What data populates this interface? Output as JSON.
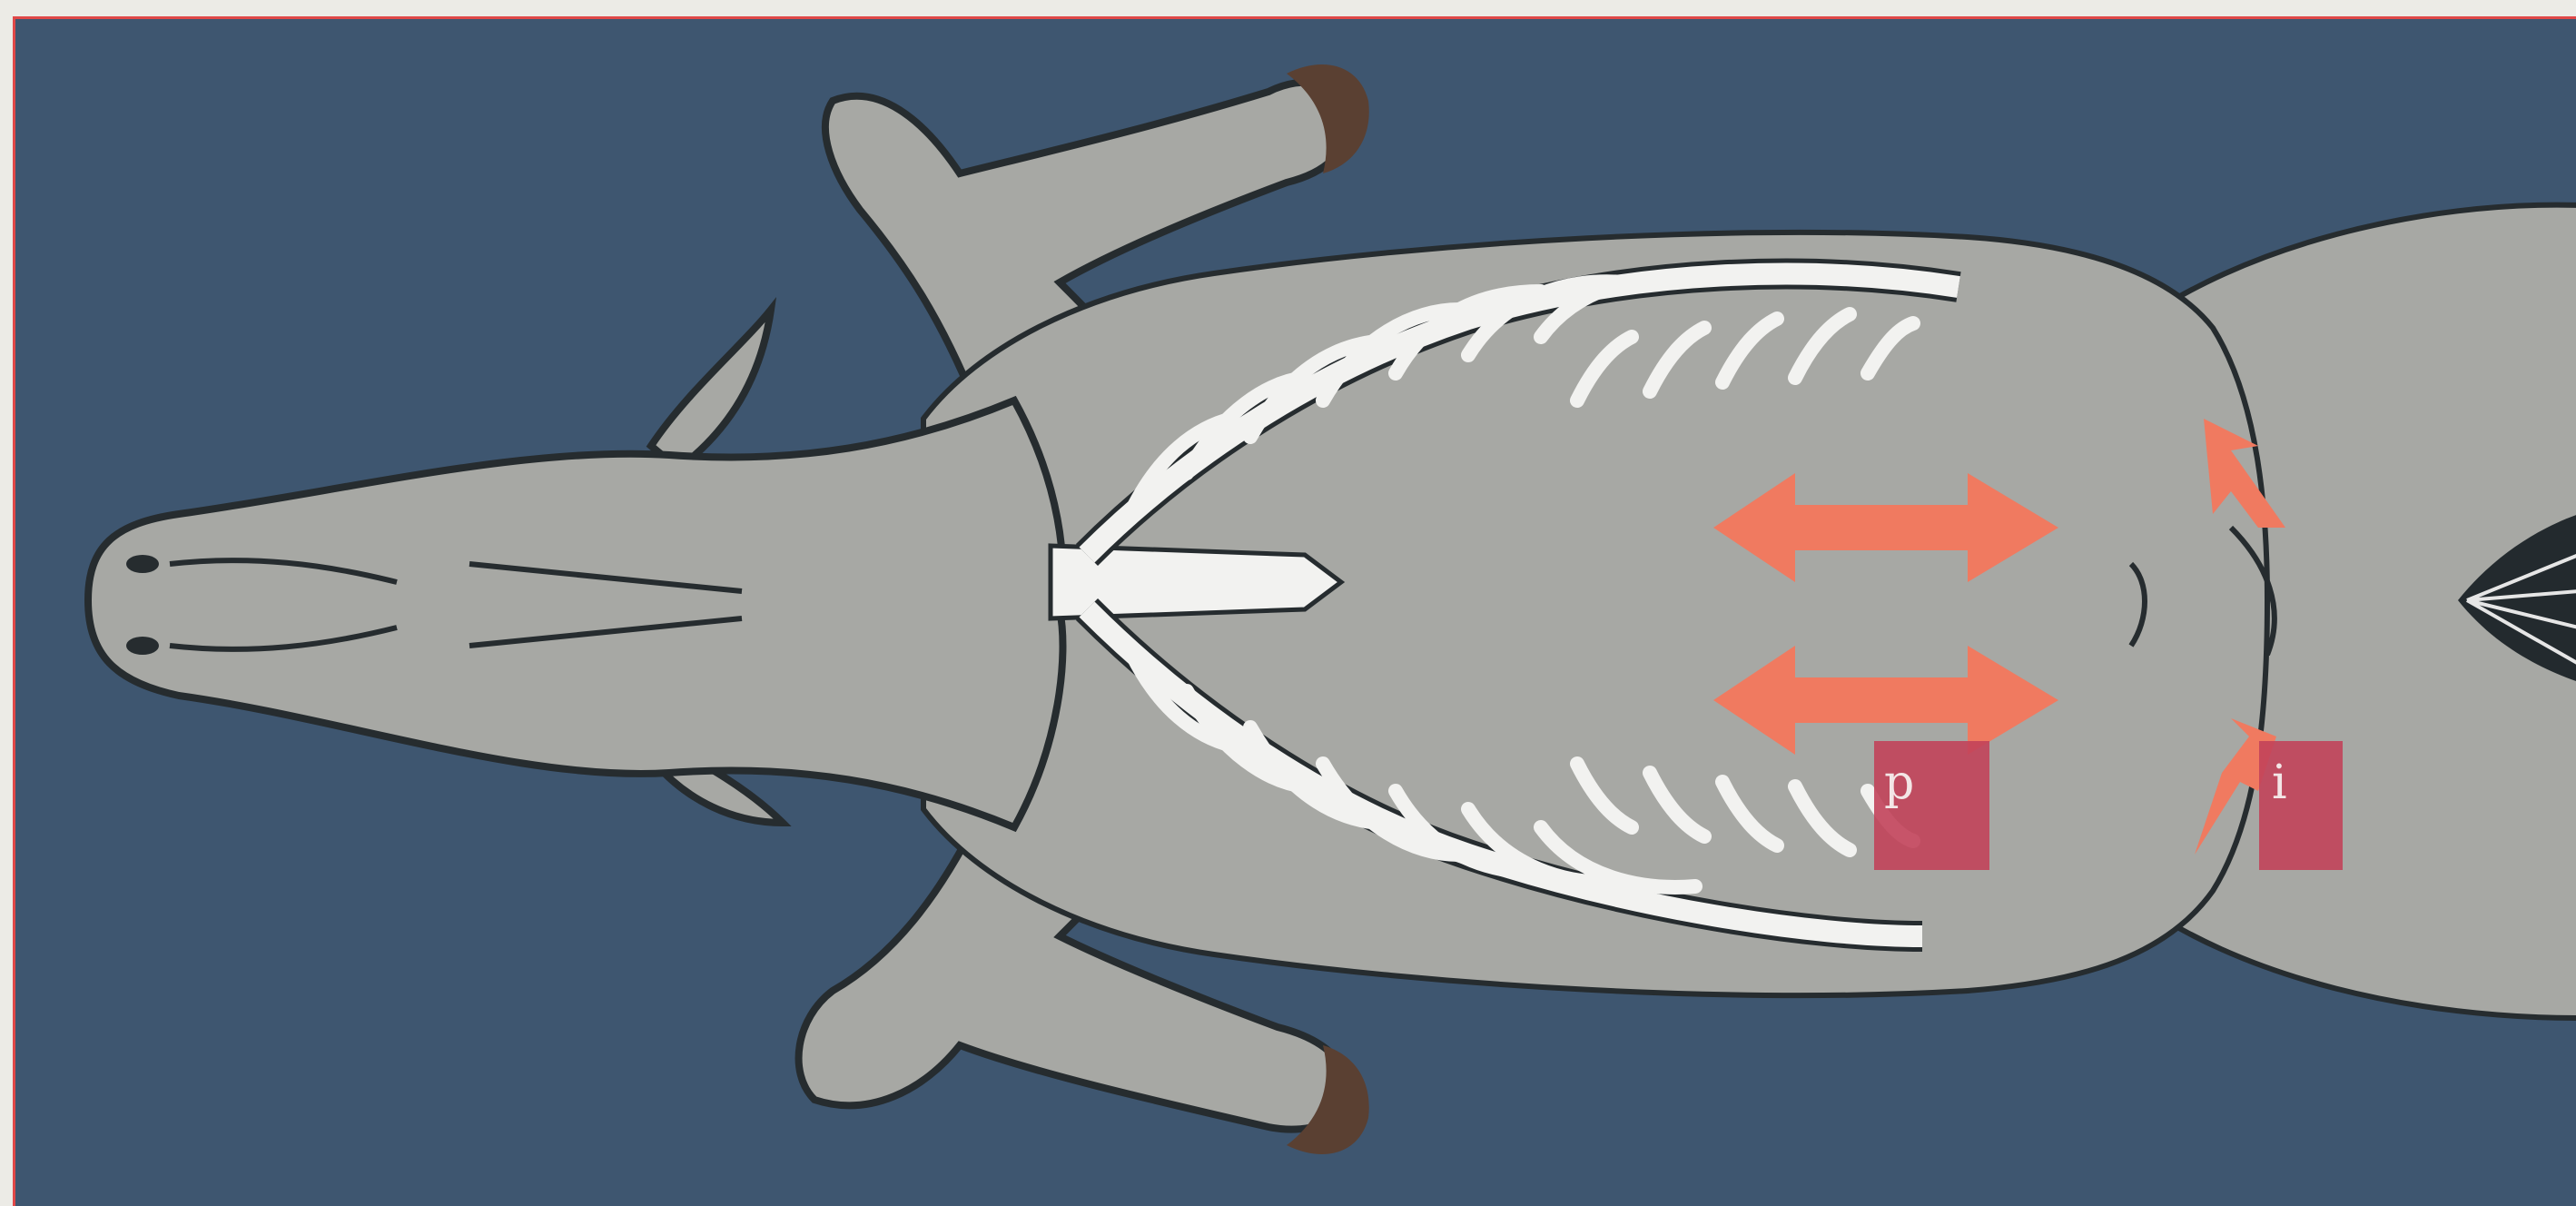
{
  "figure": {
    "markers": [
      {
        "id": "p",
        "label": "p"
      },
      {
        "id": "i",
        "label": "i"
      }
    ]
  },
  "colors": {
    "background": "#3e5670",
    "border": "#e04848",
    "body": "#a7a8a4",
    "outline": "#262c2f",
    "bone": "#f2f2f0",
    "hoof": "#5a4032",
    "arrow": "#f07a60",
    "marker": "#c2435a"
  },
  "icons": [
    "double-arrow",
    "chevron-arrow"
  ]
}
